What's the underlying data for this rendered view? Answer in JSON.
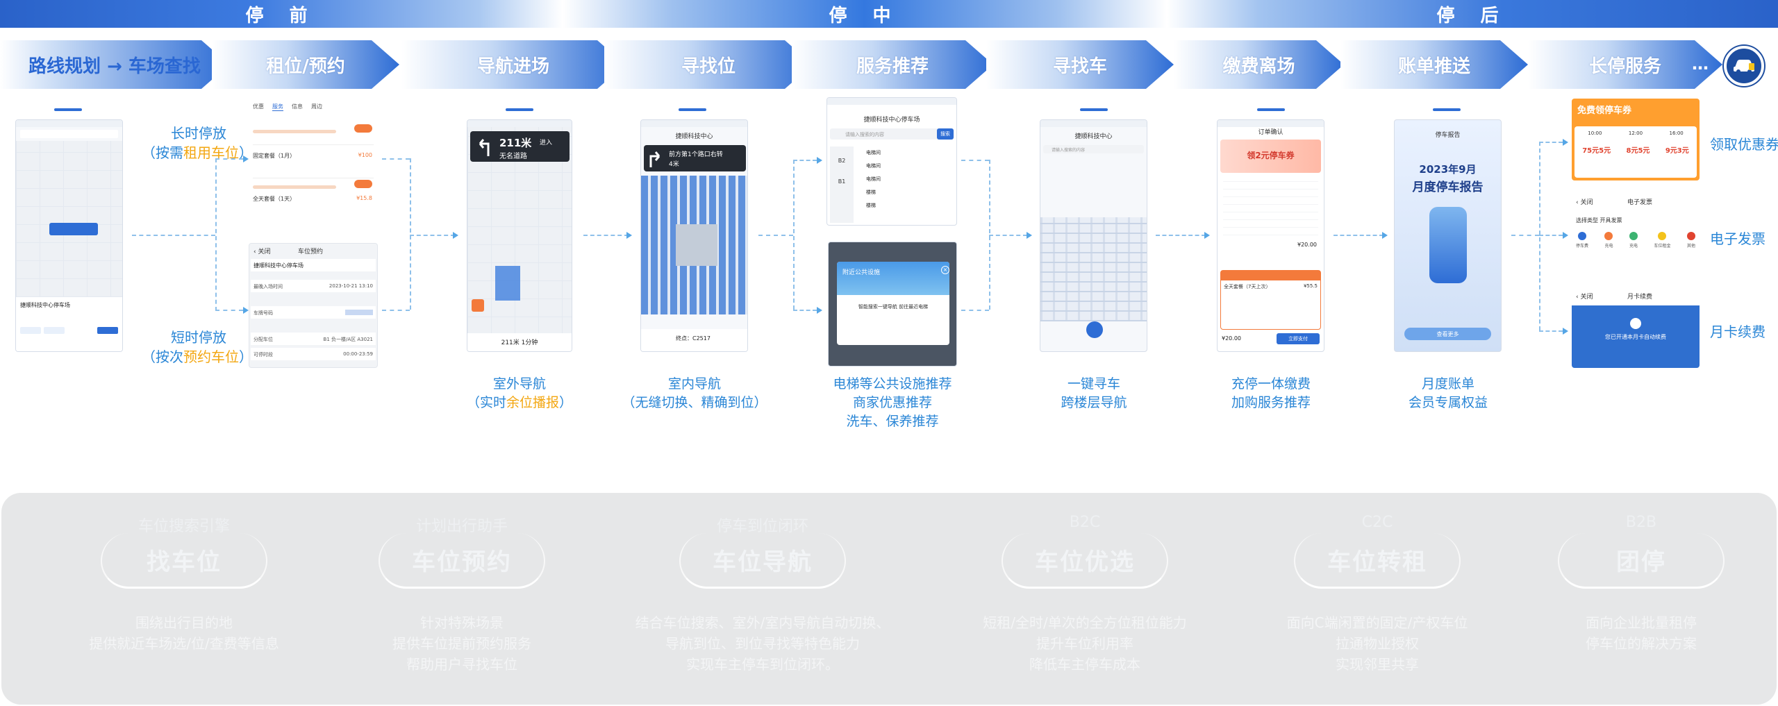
{
  "stages": [
    "停 前",
    "停 中",
    "停 后"
  ],
  "process": [
    "路线规划 → 车场查找",
    "租位/预约",
    "导航进场",
    "寻找位",
    "服务推荐",
    "寻找车",
    "缴费离场",
    "账单推送",
    "长停服务",
    "…"
  ],
  "left_labels": {
    "long_1": "长时停放",
    "long_2a": "（按需",
    "long_2b": "租用车位",
    "long_2c": "）",
    "short_1": "短时停放",
    "short_2a": "（按次",
    "short_2b": "预约车位",
    "short_2c": "）"
  },
  "screen_texts": {
    "map_place": "捷顺科技中心停车场",
    "rent_card_1": "固定套餐（1月）",
    "rent_price_1": "¥100",
    "rent_card_2": "全天套餐（1天）",
    "rent_price_2": "¥15.8",
    "rent_tabs": [
      "优惠",
      "服务",
      "信息",
      "周边"
    ],
    "reserve_back": "关闭",
    "reserve_title": "车位预约",
    "reserve_lot": "捷顺科技中心停车场",
    "reserve_row_1": "最晚入场时间",
    "reserve_row_1_val": "2023-10-21 13:10",
    "reserve_row_2": "车牌号码",
    "reserve_row_3": "分配车位",
    "reserve_row_3_val": "B1 负一楼/A区 A3021",
    "reserve_row_4": "可停时段",
    "reserve_row_4_val": "00:00-23:59",
    "nav_dist": "211米",
    "nav_act": "进入",
    "nav_road": "无名道路",
    "nav_bottom": "211米 1分钟",
    "indoor_title": "捷顺科技中心",
    "indoor_tip": "前方第1个路口右转",
    "indoor_tip_dist": "4米",
    "indoor_dest": "终点：C2517",
    "service_title": "捷顺科技中心停车场",
    "service_search": "请输入搜索的内容",
    "service_btn": "搜索",
    "service_floors": [
      "B2",
      "B1"
    ],
    "service_items": [
      "电梯间",
      "电梯间",
      "电梯间",
      "楼梯",
      "楼梯"
    ],
    "elevator_banner": "附近公共设施",
    "elevator_text": "智能搜索一键导航 前往最近电梯",
    "findcar_title": "捷顺科技中心",
    "findcar_search": "请输入搜索的内容",
    "pay_title": "订单确认",
    "pay_coupon": "领2元停车券",
    "pay_amount": "¥20.00",
    "pay_pkg": "全天套餐（7天上次）",
    "pay_pkg_price": "¥55.5",
    "pay_btn": "立即支付",
    "report_title": "停车报告",
    "report_head1": "2023年9月",
    "report_head2": "月度停车报告",
    "report_btn": "查看更多",
    "coupon_title": "免费领停车券",
    "coupon_prices": [
      "75元5元",
      "8元5元",
      "9元3元"
    ],
    "coupon_times": [
      "10:00",
      "12:00",
      "16:00"
    ],
    "invoice_back": "关闭",
    "invoice_title": "电子发票",
    "invoice_sub": "选择类型 开具发票",
    "invoice_items": [
      "停车费",
      "充电",
      "充电",
      "车位租金",
      "其他"
    ],
    "monthly_back": "关闭",
    "monthly_title": "月卡续费",
    "monthly_text": "您已开通本月卡自动续费"
  },
  "phone_labels": [
    {
      "l1a": "室外导航",
      "l2a": "（实时",
      "l2b": "余位播报",
      "l2c": "）"
    },
    {
      "l1a": "室内导航",
      "l2a": "（无缝切换、精确到位）"
    },
    {
      "l1a": "电梯等公共设施推荐",
      "l2a": "商家优惠推荐",
      "l3a": "洗车、保养推荐"
    },
    {
      "l1a": "一键寻车",
      "l2a": "跨楼层导航"
    },
    {
      "l1a": "充停一体缴费",
      "l2a": "加购服务推荐"
    },
    {
      "l1a": "月度账单",
      "l2a": "会员专属权益"
    }
  ],
  "right_labels": [
    "领取优惠券",
    "电子发票",
    "月卡续费"
  ],
  "features": [
    {
      "sub": "车位搜索引擎",
      "title": "找车位",
      "desc": [
        "围绕出行目的地",
        "提供就近车场选/位/查费等信息"
      ]
    },
    {
      "sub": "计划出行助手",
      "title": "车位预约",
      "desc": [
        "针对特殊场景",
        "提供车位提前预约服务",
        "帮助用户寻找车位"
      ]
    },
    {
      "sub": "停车到位闭环",
      "title": "车位导航",
      "desc": [
        "结合车位搜索、室外/室内导航自动切换、",
        "导航到位、到位寻找等特色能力",
        "实现车主停车到位闭环。"
      ]
    },
    {
      "sub": "B2C",
      "title": "车位优选",
      "desc": [
        "短租/全时/单次的全方位租位能力",
        "提升车位利用率",
        "降低车主停车成本"
      ]
    },
    {
      "sub": "C2C",
      "title": "车位转租",
      "desc": [
        "面向C端闲置的固定/产权车位",
        "拉通物业授权",
        "实现邻里共享"
      ]
    },
    {
      "sub": "B2B",
      "title": "团停",
      "desc": [
        "面向企业批量租停",
        "停车位的解决方案"
      ]
    }
  ]
}
